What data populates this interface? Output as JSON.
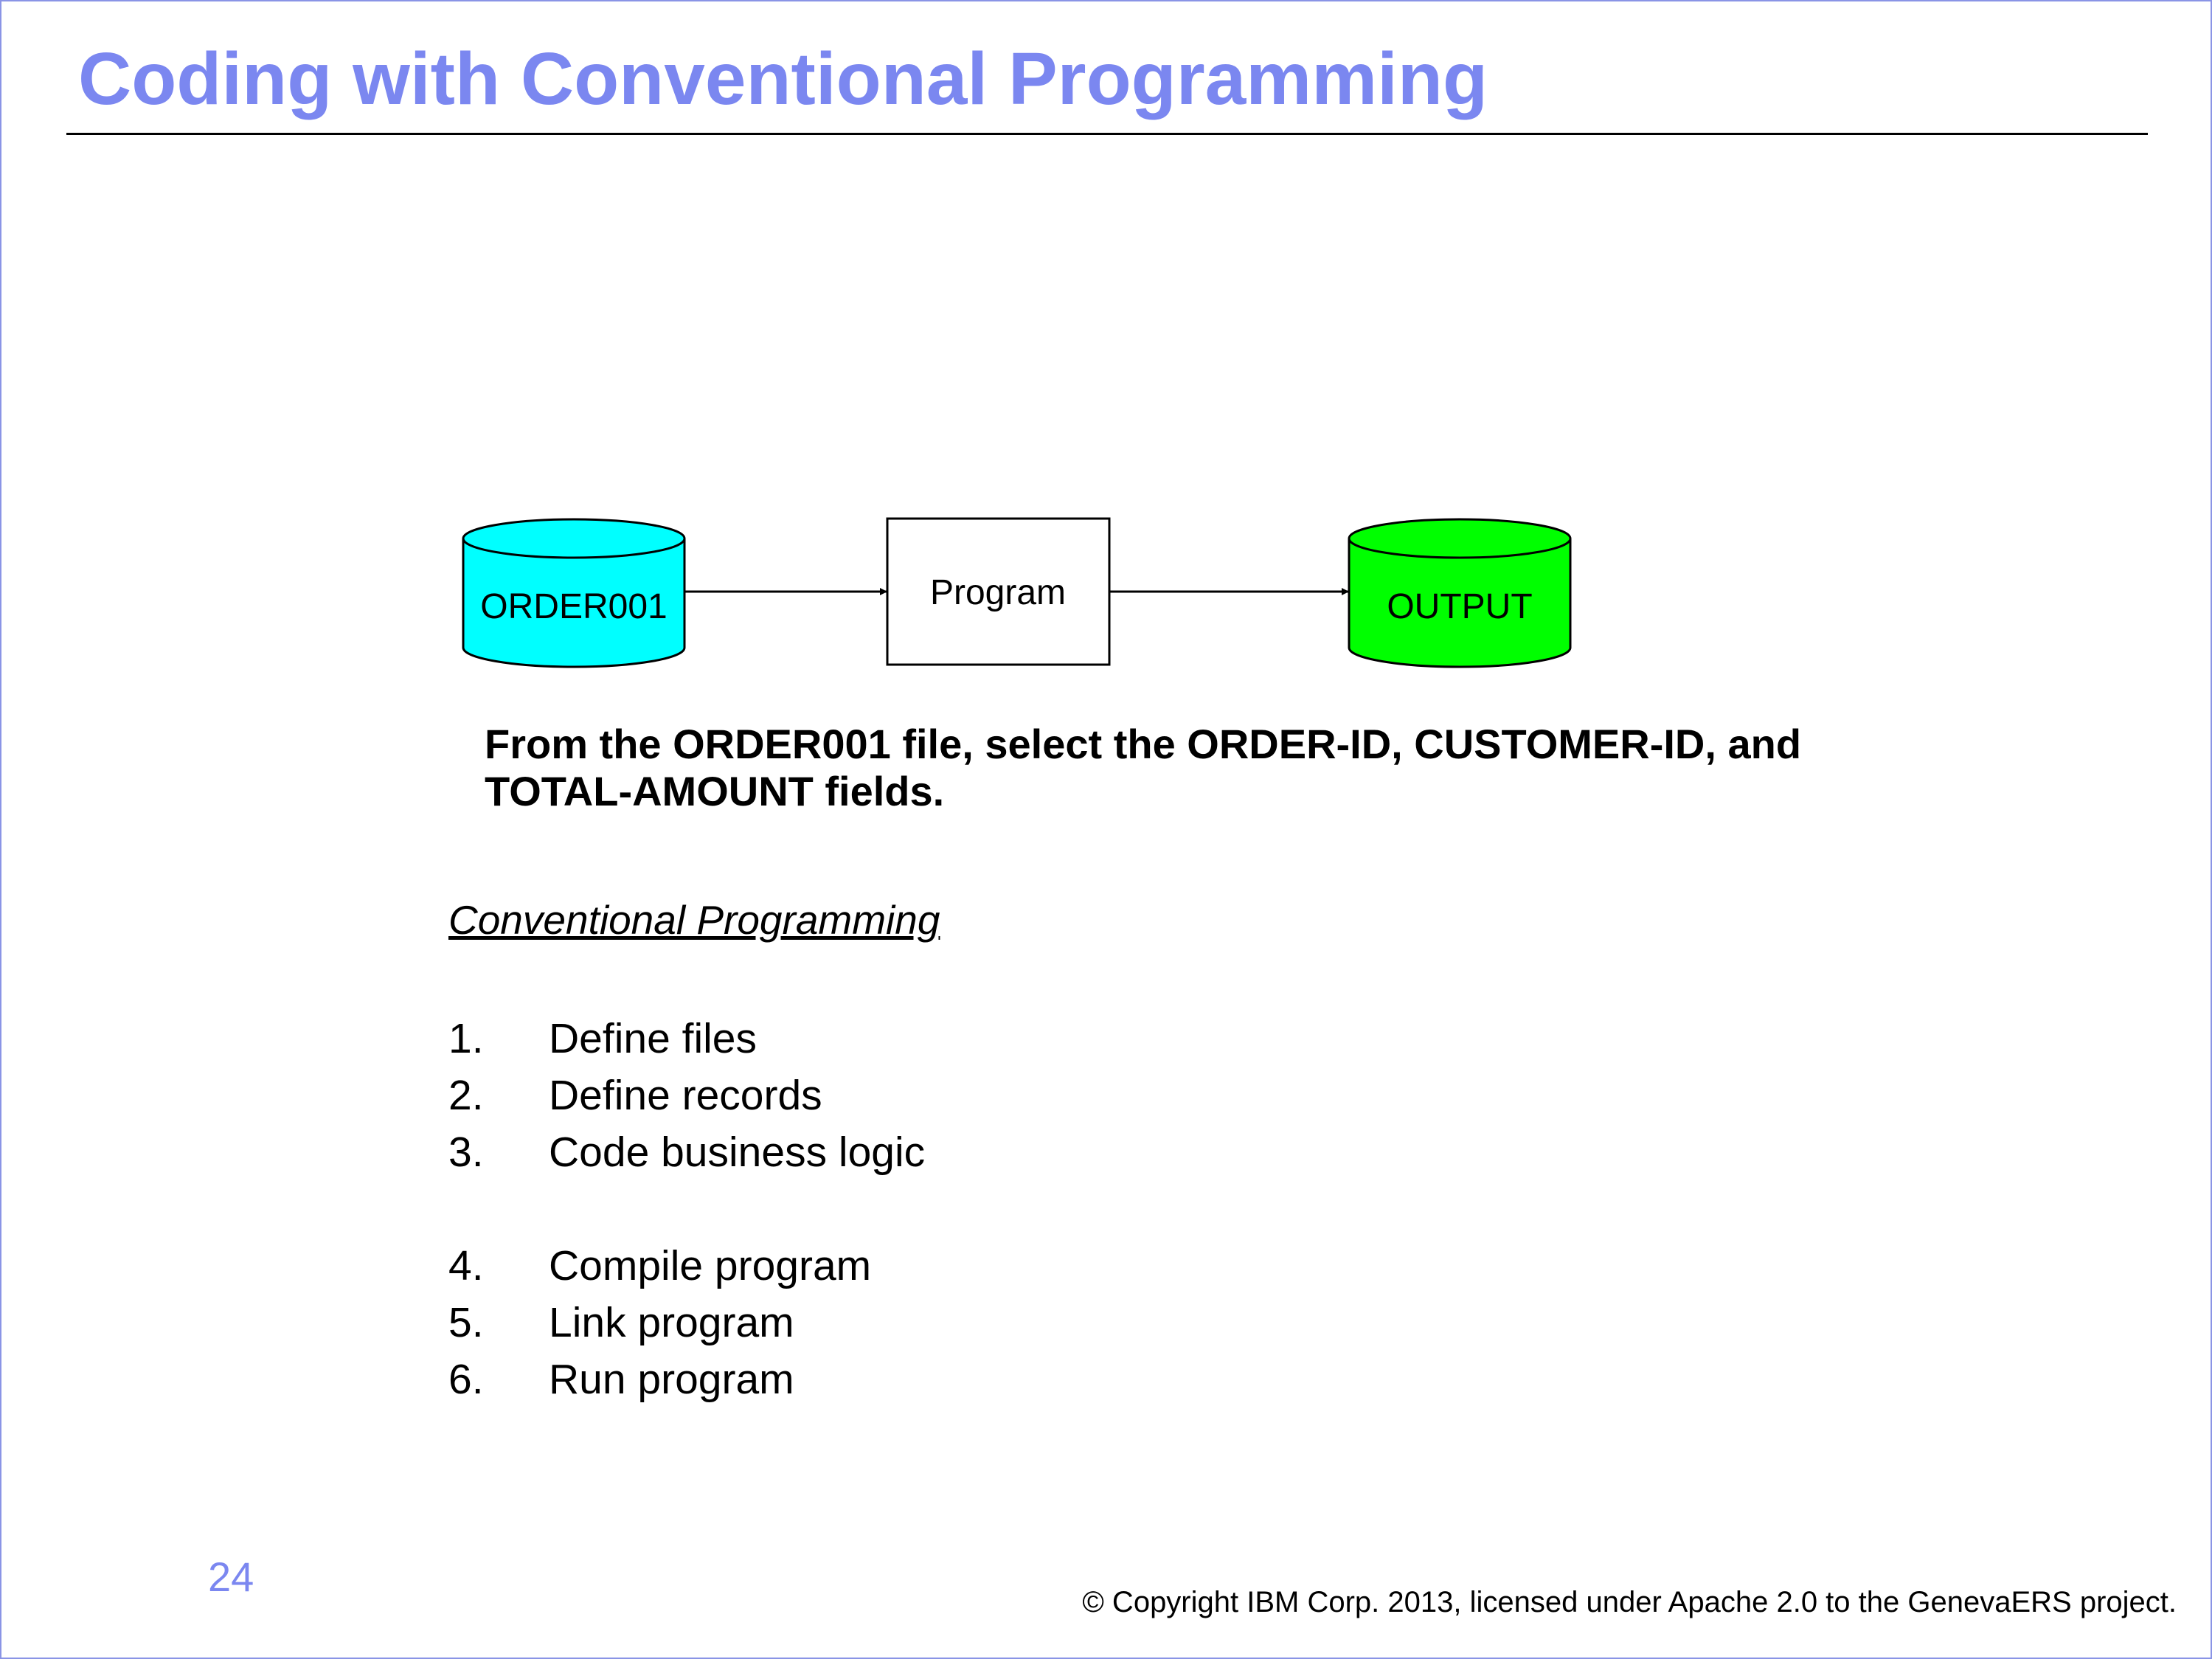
{
  "slide": {
    "title": "Coding with Conventional Programming",
    "page_number": "24",
    "copyright": "© Copyright IBM Corp. 2013, licensed under Apache 2.0 to the GenevaERS project."
  },
  "diagram": {
    "input_label": "ORDER001",
    "process_label": "Program",
    "output_label": "OUTPUT",
    "colors": {
      "input": "#00ffff",
      "output": "#00ff00",
      "accent": "#7b87f0"
    }
  },
  "instruction": "From the ORDER001 file, select the ORDER-ID, CUSTOMER-ID, and TOTAL-AMOUNT fields.",
  "section_heading": "Conventional Programming",
  "steps": [
    {
      "num": "1.",
      "text": "Define files"
    },
    {
      "num": "2.",
      "text": "Define records"
    },
    {
      "num": "3.",
      "text": "Code business logic"
    },
    {
      "num": "4.",
      "text": "Compile program"
    },
    {
      "num": "5.",
      "text": "Link program"
    },
    {
      "num": "6.",
      "text": "Run program"
    }
  ]
}
